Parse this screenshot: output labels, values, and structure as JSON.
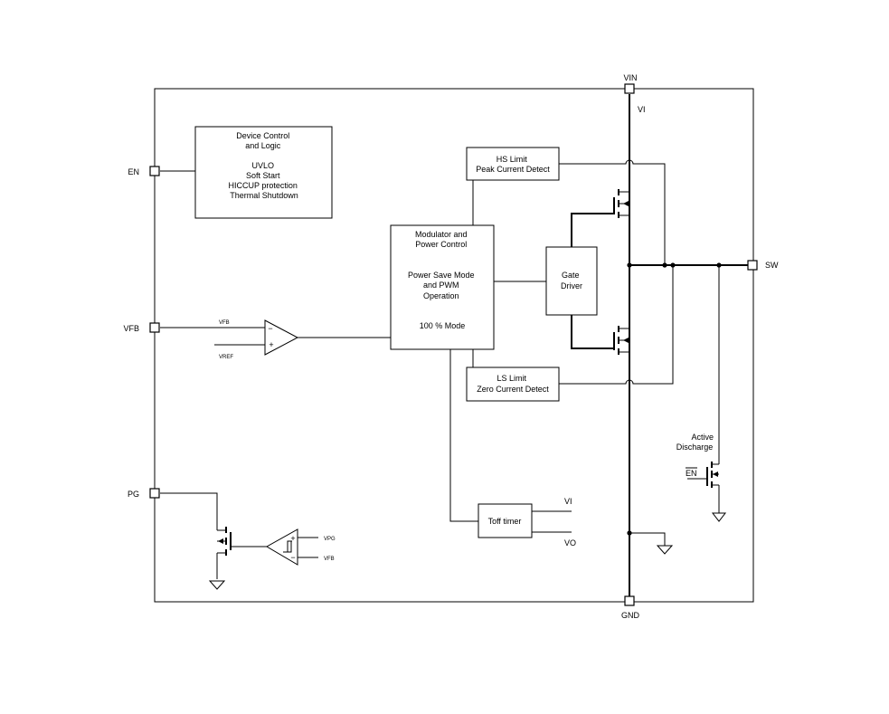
{
  "pins": {
    "vin": "VIN",
    "gnd": "GND",
    "en": "EN",
    "vfb": "VFB",
    "pg": "PG",
    "sw": "SW"
  },
  "blocks": {
    "device_control": [
      "Device Control",
      "and Logic",
      "",
      "UVLO",
      "Soft Start",
      "HICCUP protection",
      "Thermal Shutdown"
    ],
    "modulator": [
      "Modulator and",
      "Power Control",
      "",
      "Power Save Mode",
      "and PWM",
      "Operation",
      "",
      "100 % Mode"
    ],
    "hs_limit": [
      "HS Limit",
      "Peak Current Detect"
    ],
    "ls_limit": [
      "LS Limit",
      "Zero Current Detect"
    ],
    "gate_driver": [
      "Gate",
      "Driver"
    ],
    "toff_timer": "Toff timer",
    "active_discharge": [
      "Active",
      "Discharge"
    ]
  },
  "signals": {
    "vi_top": "VI",
    "vfb_in": "VFB",
    "vref": "VREF",
    "vpg": "VPG",
    "vfb_pg": "VFB",
    "toff_vi": "VI",
    "toff_vo": "VO",
    "ad_en": "EN",
    "comp_minus": "−",
    "comp_plus": "+",
    "pgcomp_plus": "+",
    "pgcomp_minus": "−"
  }
}
